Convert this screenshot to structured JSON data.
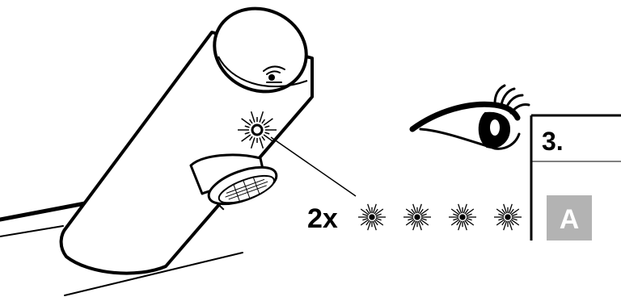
{
  "step": {
    "number": "3.",
    "badge": "A",
    "badge_color": "#b3b3b3"
  },
  "flash": {
    "count_label": "2x",
    "flash_count": 4
  },
  "icons": [
    "sensor-icon",
    "flash-icon",
    "eye-icon"
  ],
  "colors": {
    "line": "#000000",
    "background": "#ffffff"
  }
}
